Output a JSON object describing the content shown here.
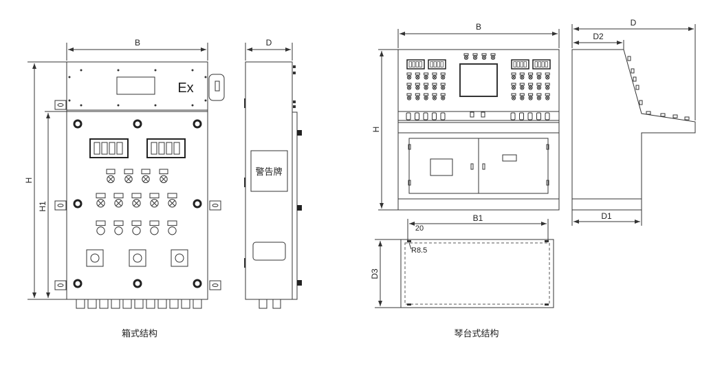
{
  "box_structure": {
    "caption": "箱式结构",
    "dim_B": "B",
    "dim_D": "D",
    "dim_H": "H",
    "dim_H1": "H1",
    "ex_mark": "Ex",
    "warning_plate": "警告牌"
  },
  "console_structure": {
    "caption": "琴台式结构",
    "dim_B": "B",
    "dim_D": "D",
    "dim_D2": "D2",
    "dim_H": "H",
    "dim_D1": "D1",
    "dim_B1": "B1",
    "dim_D3": "D3",
    "dim_20": "20",
    "dim_R": "R8.5"
  }
}
